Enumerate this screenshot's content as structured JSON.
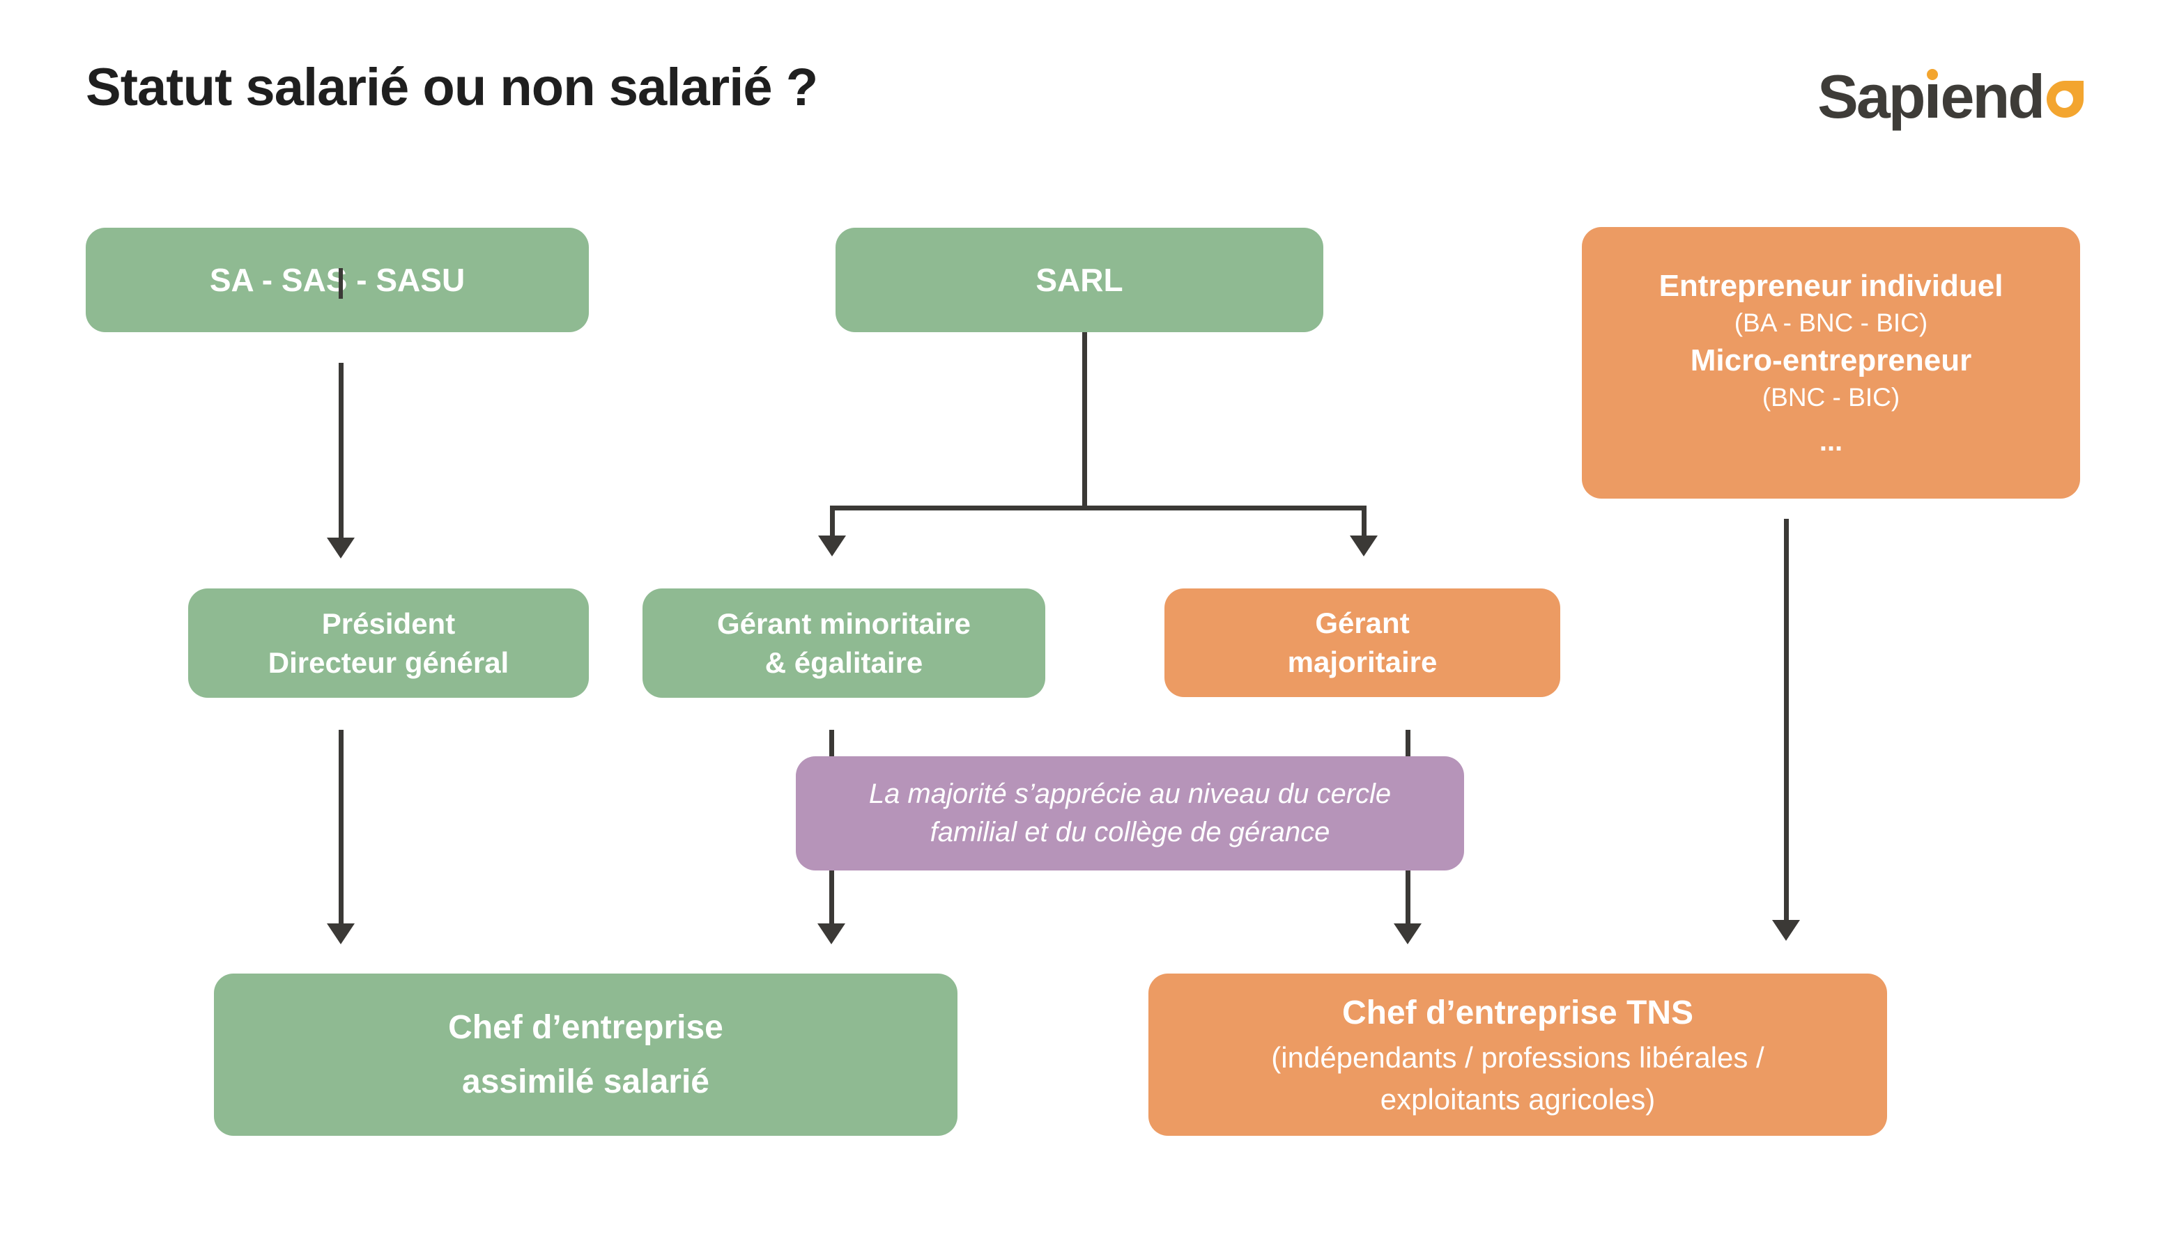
{
  "title": "Statut salarié ou non salarié ?",
  "logo": {
    "brand": "Sapiendo",
    "part1": "Sap",
    "part2": "end"
  },
  "colors": {
    "green": "#8FBA92",
    "orange": "#EC9B63",
    "purple": "#B694B9",
    "arrow": "#3B3936",
    "title-color": "#1F1F1F",
    "logo-dark": "#3E3C38",
    "logo-orange": "#F3A52F",
    "text-on-box": "#FFFFFF",
    "background": "#FFFFFF"
  },
  "nodes": {
    "sa_sas_sasu": {
      "lines": [
        "SA - SAS - SASU"
      ]
    },
    "sarl": {
      "lines": [
        "SARL"
      ]
    },
    "entrepreneur_individuel": {
      "lines": [
        "Entrepreneur individuel",
        "(BA - BNC - BIC)",
        "Micro-entrepreneur",
        "(BNC - BIC)",
        "..."
      ]
    },
    "president_dg": {
      "lines": [
        "Président",
        "Directeur général"
      ]
    },
    "gerant_minoritaire": {
      "lines": [
        "Gérant minoritaire",
        "& égalitaire"
      ]
    },
    "gerant_majoritaire": {
      "lines": [
        "Gérant",
        "majoritaire"
      ]
    },
    "note_majorite": {
      "lines": [
        "La majorité s’apprécie au niveau du cercle",
        "familial et du collège de gérance"
      ]
    },
    "chef_assimile_salarie": {
      "lines": [
        "Chef d’entreprise",
        "assimilé salarié"
      ]
    },
    "chef_tns": {
      "lines": [
        "Chef d’entreprise TNS",
        "(indépendants / professions libérales /",
        "exploitants agricoles)"
      ]
    }
  }
}
